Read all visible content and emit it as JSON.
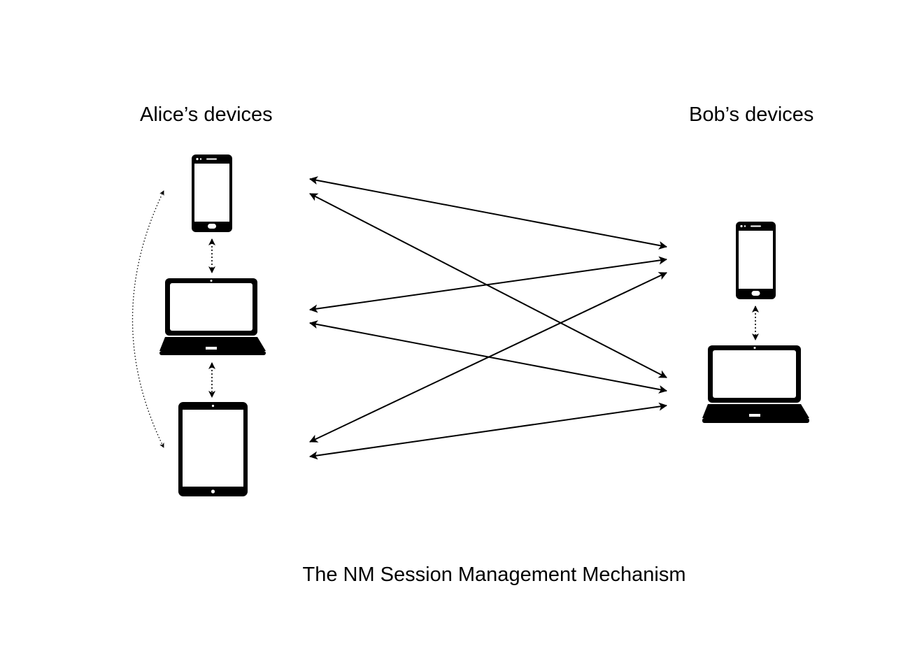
{
  "alice_label": "Alice’s devices",
  "bob_label": "Bob’s devices",
  "caption": "The NM Session Management Mechanism",
  "devices": {
    "alice": [
      "phone",
      "laptop",
      "tablet"
    ],
    "bob": [
      "phone",
      "laptop"
    ]
  },
  "connections": [
    {
      "from": "alice-phone",
      "to": "bob-phone"
    },
    {
      "from": "alice-phone",
      "to": "bob-laptop"
    },
    {
      "from": "alice-laptop",
      "to": "bob-phone"
    },
    {
      "from": "alice-laptop",
      "to": "bob-laptop"
    },
    {
      "from": "alice-tablet",
      "to": "bob-phone"
    },
    {
      "from": "alice-tablet",
      "to": "bob-laptop"
    }
  ],
  "sync_links": [
    {
      "from": "alice-phone",
      "to": "alice-laptop"
    },
    {
      "from": "alice-laptop",
      "to": "alice-tablet"
    },
    {
      "from": "alice-phone",
      "to": "alice-tablet"
    },
    {
      "from": "bob-phone",
      "to": "bob-laptop"
    }
  ],
  "colors": {
    "ink": "#000000",
    "background": "#ffffff"
  },
  "icons": {
    "phone": "smartphone-icon",
    "laptop": "laptop-icon",
    "tablet": "tablet-icon"
  }
}
